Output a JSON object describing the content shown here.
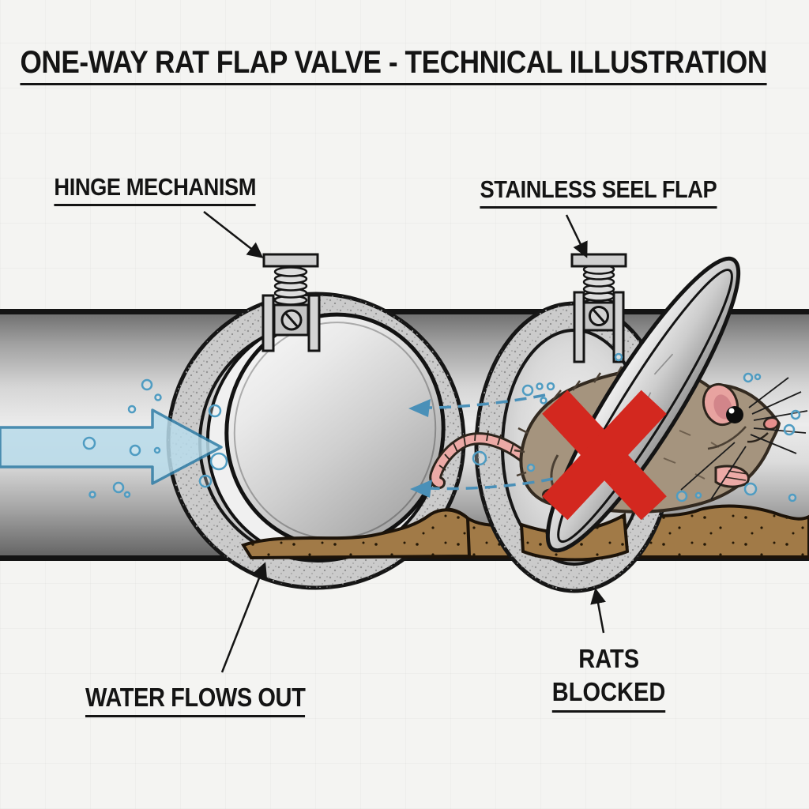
{
  "title": "ONE-WAY RAT FLAP VALVE - TECHNICAL ILLUSTRATION",
  "labels": {
    "hinge": "HINGE MECHANISM",
    "flap": "STAINLESS SEEL FLAP",
    "water_out": "WATER FLOWS OUT",
    "rats_line1": "RATS",
    "rats_line2": "BLOCKED"
  },
  "colors": {
    "background": "#f4f4f2",
    "ink": "#141414",
    "accent_red": "#d3281f",
    "water_fill": "#b9dceb",
    "water_border": "#2e7da7",
    "backflow_blue": "#4a90b8",
    "bubble_blue": "#4f9cc2",
    "sediment_brown": "#a17a47",
    "collar_gray": "#cbcbcb",
    "pipe_light": "#ececec",
    "pipe_dark": "#5e5e5e",
    "rat_fur": "#a5947e",
    "rat_pink": "#ecaaa6"
  },
  "icons": {
    "water_flow_arrow": "right-arrow",
    "backflow_arrows": "dashed-left-arrows",
    "blocked_marker": "red-x"
  }
}
